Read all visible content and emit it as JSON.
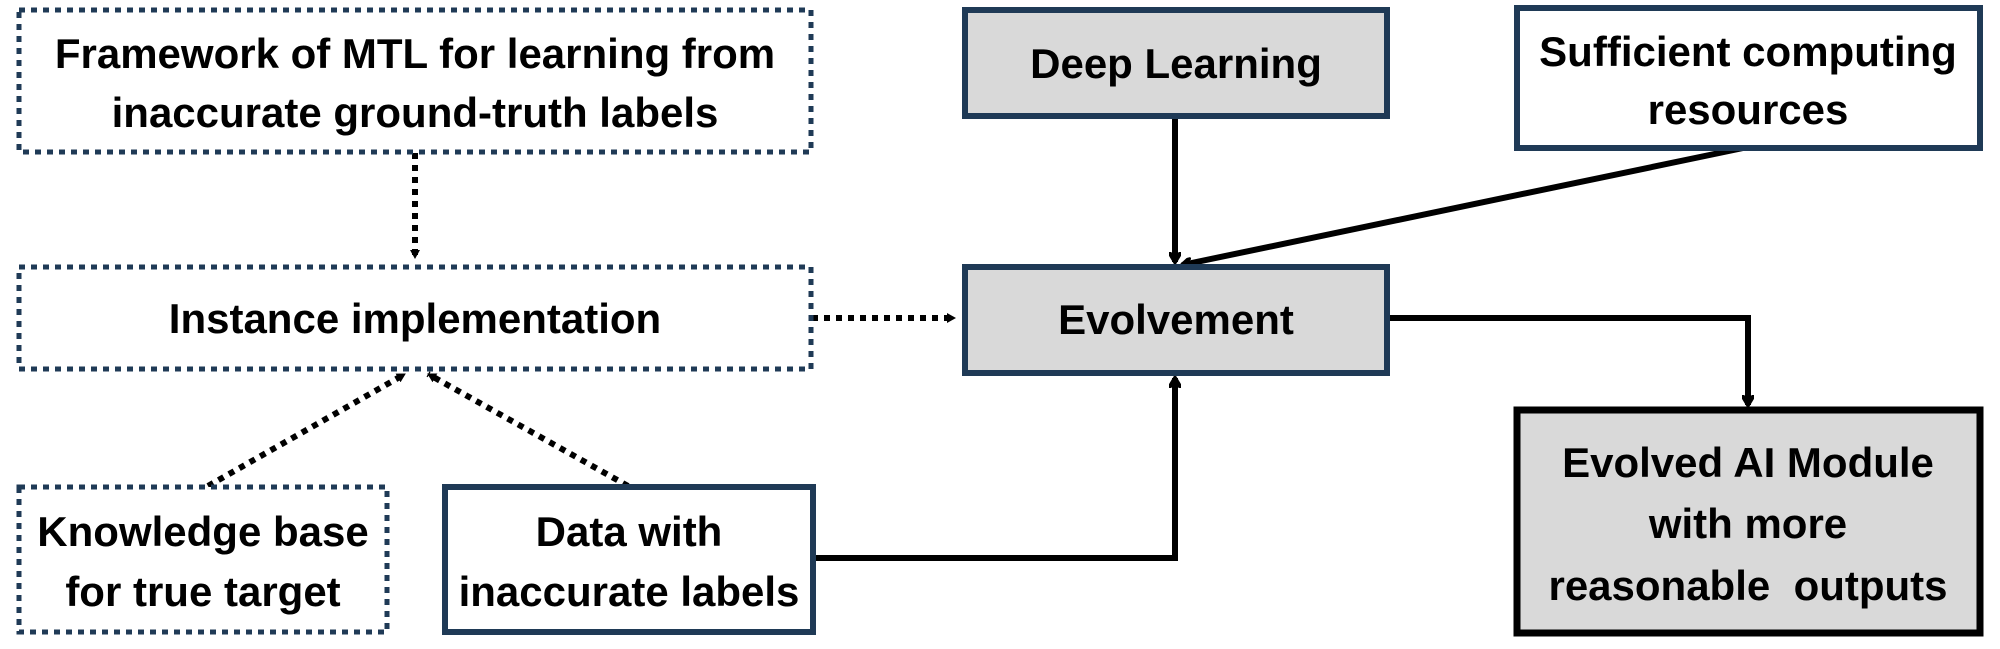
{
  "colors": {
    "box_border": "#1f3a56",
    "box_fill_gray": "#d9d9d9",
    "box_fill_white": "#ffffff",
    "arrow": "#000000"
  },
  "nodes": {
    "framework": {
      "lines": [
        "Framework of MTL for learning from",
        "inaccurate ground-truth labels"
      ],
      "style": "dotted"
    },
    "instance": {
      "lines": [
        "Instance implementation"
      ],
      "style": "dotted"
    },
    "knowledge": {
      "lines": [
        "Knowledge base",
        "for true target"
      ],
      "style": "dotted"
    },
    "data": {
      "lines": [
        "Data with",
        "inaccurate labels"
      ],
      "style": "solid"
    },
    "deep_learning": {
      "lines": [
        "Deep Learning"
      ],
      "style": "solid-gray"
    },
    "computing": {
      "lines": [
        "Sufficient computing",
        "resources"
      ],
      "style": "solid"
    },
    "evolvement": {
      "lines": [
        "Evolvement"
      ],
      "style": "solid-gray"
    },
    "evolved": {
      "lines": [
        "Evolved AI Module",
        "with more",
        "reasonable  outputs"
      ],
      "style": "solid-gray-dark"
    }
  }
}
